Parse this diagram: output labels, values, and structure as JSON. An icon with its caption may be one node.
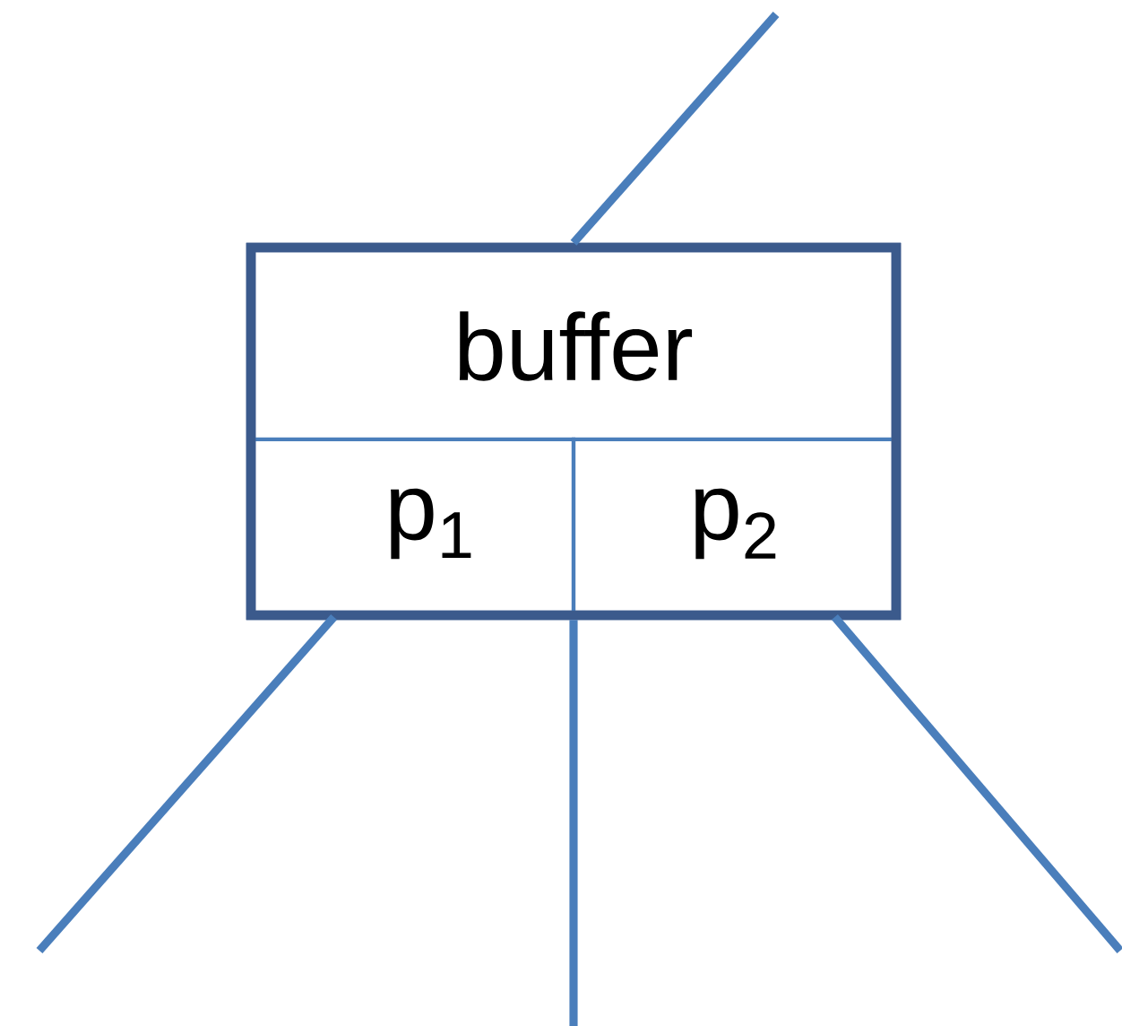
{
  "diagram": {
    "nodes": [
      {
        "text": [
          "buffer"
        ]
      },
      {
        "text": [
          "p$_{1}$"
        ],
        "in": 0
      },
      {
        "text": [
          "p$_{2}$"
        ],
        "in": 0
      }
    ],
    "edges": [
      {
        "from": null,
        "to": 0,
        "arrow": "none"
      },
      {
        "from": 1,
        "to": null,
        "arrow": "none"
      },
      {
        "from": 0,
        "to": null,
        "arrow": "none"
      },
      {
        "from": 2,
        "to": null,
        "arrow": "none"
      }
    ]
  }
}
